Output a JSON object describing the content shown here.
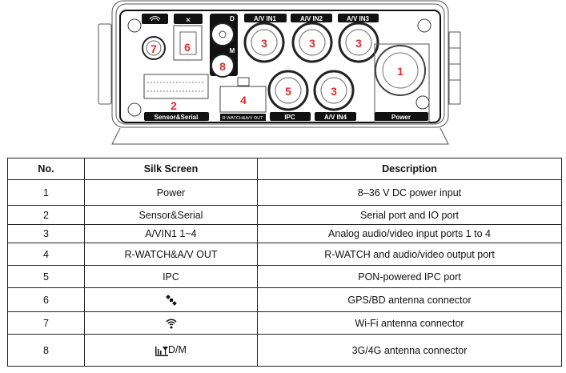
{
  "diagram": {
    "labels": {
      "avin1": "A/V IN1",
      "avin2": "A/V IN2",
      "avin3": "A/V IN3",
      "avin4": "A/V IN4",
      "ipc": "IPC",
      "power": "Power",
      "sensor": "Sensor&Serial",
      "rwatch": "R-WATCH&A/V OUT",
      "d": "D",
      "m": "M"
    },
    "callouts": {
      "power": "1",
      "sensor": "2",
      "avin1": "3",
      "avin2": "3",
      "avin3": "3",
      "avin4": "3",
      "rwatch": "4",
      "ipc": "5",
      "gps": "6",
      "wifi": "7",
      "cell": "8"
    },
    "callout_color": "#e52a2a"
  },
  "table": {
    "headers": [
      "No.",
      "Silk Screen",
      "Description"
    ],
    "rows": [
      {
        "no": "1",
        "silk": "Power",
        "desc": "8–36 V DC power input"
      },
      {
        "no": "2",
        "silk": "Sensor&Serial",
        "desc": "Serial port and IO port"
      },
      {
        "no": "3",
        "silk": "A/VIN1 1~4",
        "desc": "Analog audio/video input ports 1 to 4"
      },
      {
        "no": "4",
        "silk": "R-WATCH&A/V OUT",
        "desc": "R-WATCH and audio/video output port"
      },
      {
        "no": "5",
        "silk": "IPC",
        "desc": "PON-powered IPC port"
      },
      {
        "no": "6",
        "silk_icon": "satellite-icon",
        "silk": "",
        "desc": "GPS/BD antenna connector"
      },
      {
        "no": "7",
        "silk_icon": "wifi-icon",
        "silk": "",
        "desc": "Wi-Fi antenna connector"
      },
      {
        "no": "8",
        "silk_icon": "signal-antenna-icon",
        "silk": "D/M",
        "desc": "3G/4G antenna connector"
      }
    ]
  }
}
